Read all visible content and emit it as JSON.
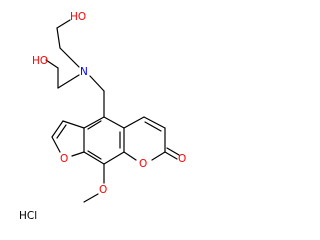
{
  "molecule": {
    "atoms": {
      "ho_top": "HO",
      "ho_left": "HO",
      "nitrogen": "N",
      "furan_oxygen": "O",
      "methoxy_oxygen": "O",
      "pyranone_oxygen": "O",
      "carbonyl_oxygen": "O"
    },
    "salt": "HCl"
  },
  "colors": {
    "bond": "#000000",
    "carbon_text": "#000000",
    "oxygen": "#ff0000",
    "nitrogen": "#0000ff",
    "salt": "#000000"
  }
}
